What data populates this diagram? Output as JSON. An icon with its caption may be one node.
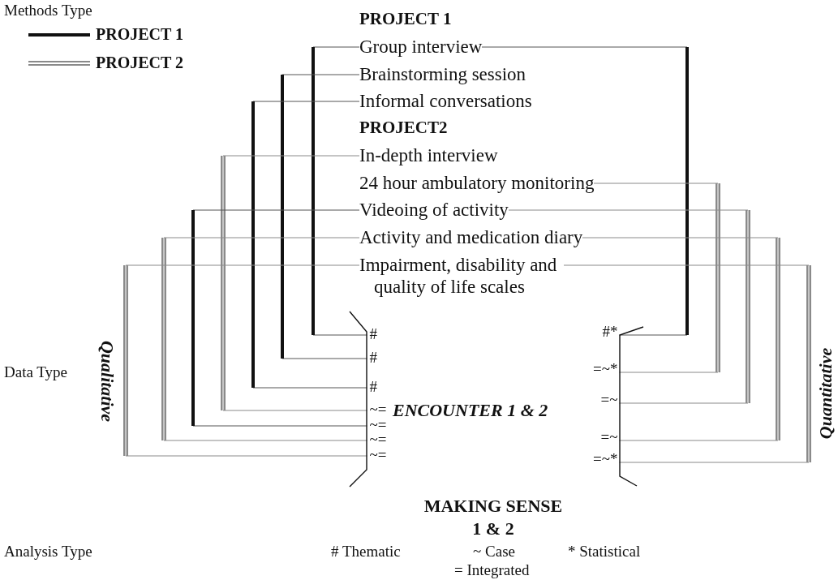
{
  "diagram": {
    "nodes": [
      {
        "text": [
          "Group interview"
        ]
      },
      {
        "text": [
          "Brainstorming session"
        ]
      },
      {
        "text": [
          "Informal conversations"
        ]
      },
      {
        "text": [
          "In-depth interview"
        ]
      },
      {
        "text": [
          "24 hour ambulatory monitoring"
        ]
      },
      {
        "text": [
          "Videoing of activity"
        ]
      },
      {
        "text": [
          "Activity and medication diary"
        ]
      },
      {
        "text": [
          "Impairment, disability and quality of life scales"
        ]
      },
      {
        "text": [],
        "shape": "bar"
      },
      {
        "text": [
          "ENCOUNTER 1 & 2"
        ]
      },
      {
        "text": [],
        "shape": "bar"
      }
    ],
    "edges": [
      {
        "from": 0,
        "to": 8,
        "arrow": "none",
        "label": "#"
      },
      {
        "from": 1,
        "to": 8,
        "arrow": "none",
        "label": "#"
      },
      {
        "from": 2,
        "to": 8,
        "arrow": "none",
        "label": "#"
      },
      {
        "from": 3,
        "to": 8,
        "arrow": "none",
        "label": "~=",
        "color": "#8a8a8a"
      },
      {
        "from": 5,
        "to": 8,
        "arrow": "none",
        "label": "~="
      },
      {
        "from": 6,
        "to": 8,
        "arrow": "none",
        "label": "~=",
        "color": "#8a8a8a"
      },
      {
        "from": 7,
        "to": 8,
        "arrow": "none",
        "label": "~=",
        "color": "#8a8a8a"
      },
      {
        "from": 0,
        "to": 10,
        "arrow": "none",
        "label": "#*"
      },
      {
        "from": 4,
        "to": 10,
        "arrow": "none",
        "label": "=~*",
        "color": "#8a8a8a"
      },
      {
        "from": 5,
        "to": 10,
        "arrow": "none",
        "label": "=~",
        "color": "#8a8a8a"
      },
      {
        "from": 6,
        "to": 10,
        "arrow": "none",
        "label": "=~",
        "color": "#8a8a8a"
      },
      {
        "from": 7,
        "to": 10,
        "arrow": "none",
        "label": "=~*",
        "color": "#8a8a8a"
      }
    ],
    "labels": [
      "Methods Type",
      "PROJECT 1",
      "PROJECT2",
      "Qualitative",
      "Data Type",
      "Quantitative",
      "MAKING SENSE 1 & 2",
      "Analysis Type",
      "# Thematic",
      "~ Case",
      "* Statistical",
      "= Integrated"
    ],
    "legend": [
      {
        "text": "PROJECT 1"
      },
      {
        "text": "PROJECT 2"
      }
    ]
  }
}
